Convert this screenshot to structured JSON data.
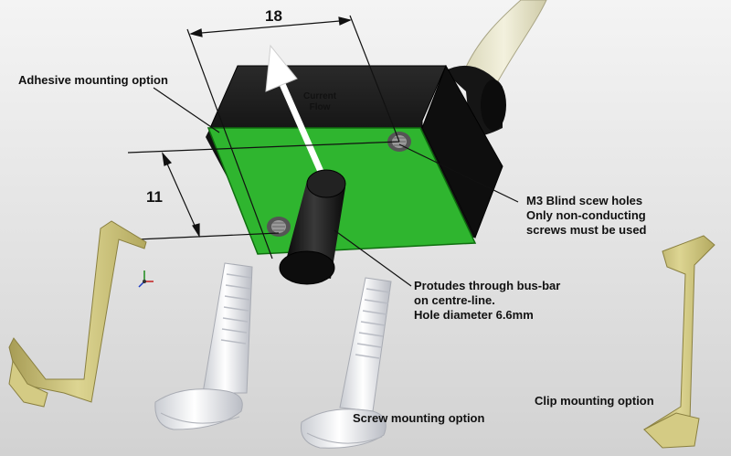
{
  "dimensions": {
    "width_label": "18",
    "height_label": "11"
  },
  "labels": {
    "adhesive": "Adhesive mounting option",
    "current_flow": "Current\nFlow",
    "blind_holes": "M3 Blind scew holes\nOnly non-conducting\nscrews must be used",
    "protrudes": "Protudes through bus-bar\non centre-line.\nHole diameter 6.6mm",
    "screw": "Screw mounting option",
    "clip": "Clip mounting option"
  },
  "colors": {
    "pcb_green": "#2fb52f",
    "housing_black": "#1b1b1b",
    "cable_cream": "#efedd6",
    "clip_tan": "#c9c07a",
    "screw_white": "#f1f2f4"
  },
  "icons": [
    "axis-triad-icon"
  ]
}
